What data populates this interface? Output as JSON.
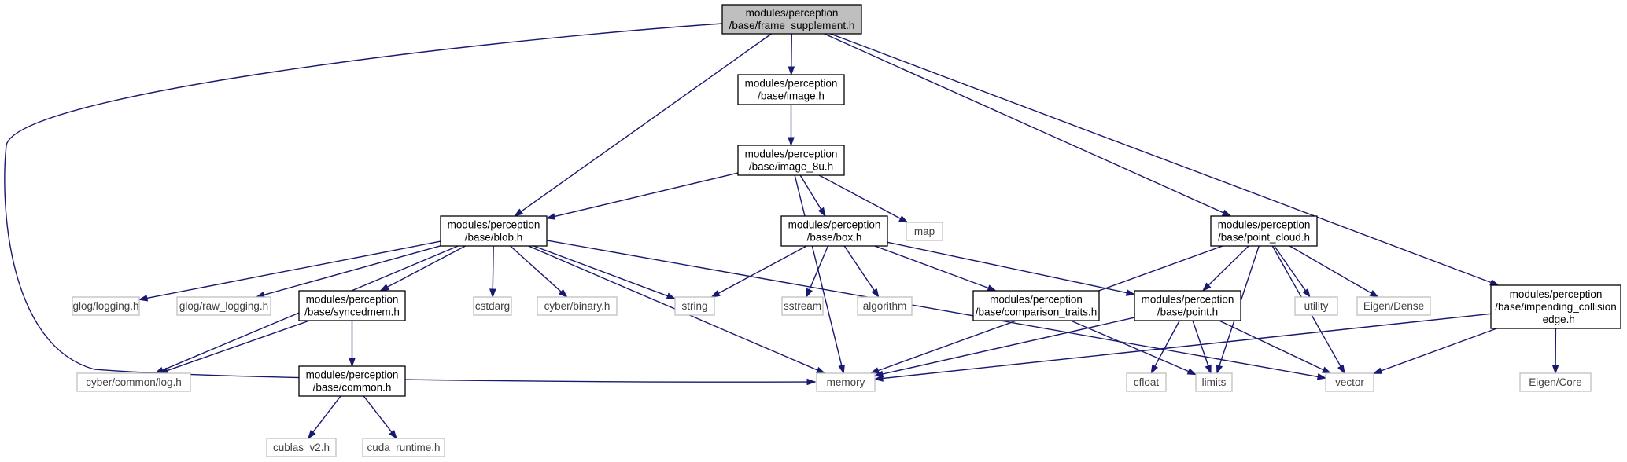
{
  "colors": {
    "edge": "#191970",
    "root_fill": "#bfbfbf",
    "node_fill": "#ffffff",
    "node_border": "#000000",
    "external_border": "#bfbfbf",
    "external_text": "#404040",
    "text": "#000000"
  },
  "nodes": [
    {
      "id": "frame_supplement",
      "lines": [
        "modules/perception",
        "/base/frame_supplement.h"
      ],
      "kind": "root"
    },
    {
      "id": "image",
      "lines": [
        "modules/perception",
        "/base/image.h"
      ],
      "kind": "internal"
    },
    {
      "id": "image_8u",
      "lines": [
        "modules/perception",
        "/base/image_8u.h"
      ],
      "kind": "internal"
    },
    {
      "id": "blob",
      "lines": [
        "modules/perception",
        "/base/blob.h"
      ],
      "kind": "internal"
    },
    {
      "id": "map",
      "lines": [
        "map"
      ],
      "kind": "external"
    },
    {
      "id": "box",
      "lines": [
        "modules/perception",
        "/base/box.h"
      ],
      "kind": "internal"
    },
    {
      "id": "point_cloud",
      "lines": [
        "modules/perception",
        "/base/point_cloud.h"
      ],
      "kind": "internal"
    },
    {
      "id": "glog_logging",
      "lines": [
        "glog/logging.h"
      ],
      "kind": "external"
    },
    {
      "id": "glog_raw_logging",
      "lines": [
        "glog/raw_logging.h"
      ],
      "kind": "external"
    },
    {
      "id": "syncedmem",
      "lines": [
        "modules/perception",
        "/base/syncedmem.h"
      ],
      "kind": "internal"
    },
    {
      "id": "cstdarg",
      "lines": [
        "cstdarg"
      ],
      "kind": "external"
    },
    {
      "id": "cyber_binary",
      "lines": [
        "cyber/binary.h"
      ],
      "kind": "external"
    },
    {
      "id": "string",
      "lines": [
        "string"
      ],
      "kind": "external"
    },
    {
      "id": "sstream",
      "lines": [
        "sstream"
      ],
      "kind": "external"
    },
    {
      "id": "algorithm",
      "lines": [
        "algorithm"
      ],
      "kind": "external"
    },
    {
      "id": "comparison_traits",
      "lines": [
        "modules/perception",
        "/base/comparison_traits.h"
      ],
      "kind": "internal"
    },
    {
      "id": "point",
      "lines": [
        "modules/perception",
        "/base/point.h"
      ],
      "kind": "internal"
    },
    {
      "id": "utility",
      "lines": [
        "utility"
      ],
      "kind": "external"
    },
    {
      "id": "eigen_dense",
      "lines": [
        "Eigen/Dense"
      ],
      "kind": "external"
    },
    {
      "id": "impending_collision_edge",
      "lines": [
        "modules/perception",
        "/base/impending_collision",
        "_edge.h"
      ],
      "kind": "internal"
    },
    {
      "id": "cyber_common_log",
      "lines": [
        "cyber/common/log.h"
      ],
      "kind": "external"
    },
    {
      "id": "memory",
      "lines": [
        "memory"
      ],
      "kind": "external"
    },
    {
      "id": "common",
      "lines": [
        "modules/perception",
        "/base/common.h"
      ],
      "kind": "internal"
    },
    {
      "id": "cfloat",
      "lines": [
        "cfloat"
      ],
      "kind": "external"
    },
    {
      "id": "limits",
      "lines": [
        "limits"
      ],
      "kind": "external"
    },
    {
      "id": "vector",
      "lines": [
        "vector"
      ],
      "kind": "external"
    },
    {
      "id": "eigen_core",
      "lines": [
        "Eigen/Core"
      ],
      "kind": "external"
    },
    {
      "id": "cublas_v2",
      "lines": [
        "cublas_v2.h"
      ],
      "kind": "external"
    },
    {
      "id": "cuda_runtime",
      "lines": [
        "cuda_runtime.h"
      ],
      "kind": "external"
    }
  ],
  "edges": [
    {
      "from": "frame_supplement",
      "to": "memory"
    },
    {
      "from": "frame_supplement",
      "to": "blob"
    },
    {
      "from": "frame_supplement",
      "to": "image"
    },
    {
      "from": "frame_supplement",
      "to": "point_cloud"
    },
    {
      "from": "frame_supplement",
      "to": "impending_collision_edge"
    },
    {
      "from": "image",
      "to": "image_8u"
    },
    {
      "from": "image_8u",
      "to": "blob"
    },
    {
      "from": "image_8u",
      "to": "memory"
    },
    {
      "from": "image_8u",
      "to": "box"
    },
    {
      "from": "image_8u",
      "to": "map"
    },
    {
      "from": "blob",
      "to": "cyber_common_log"
    },
    {
      "from": "blob",
      "to": "glog_logging"
    },
    {
      "from": "blob",
      "to": "glog_raw_logging"
    },
    {
      "from": "blob",
      "to": "syncedmem"
    },
    {
      "from": "blob",
      "to": "memory"
    },
    {
      "from": "blob",
      "to": "cstdarg"
    },
    {
      "from": "blob",
      "to": "cyber_binary"
    },
    {
      "from": "blob",
      "to": "string"
    },
    {
      "from": "blob",
      "to": "vector"
    },
    {
      "from": "box",
      "to": "string"
    },
    {
      "from": "box",
      "to": "sstream"
    },
    {
      "from": "box",
      "to": "algorithm"
    },
    {
      "from": "box",
      "to": "comparison_traits"
    },
    {
      "from": "box",
      "to": "point"
    },
    {
      "from": "point_cloud",
      "to": "memory"
    },
    {
      "from": "point_cloud",
      "to": "point"
    },
    {
      "from": "point_cloud",
      "to": "limits"
    },
    {
      "from": "point_cloud",
      "to": "utility"
    },
    {
      "from": "point_cloud",
      "to": "eigen_dense"
    },
    {
      "from": "point_cloud",
      "to": "vector"
    },
    {
      "from": "syncedmem",
      "to": "cyber_common_log"
    },
    {
      "from": "syncedmem",
      "to": "common"
    },
    {
      "from": "comparison_traits",
      "to": "limits"
    },
    {
      "from": "point",
      "to": "memory"
    },
    {
      "from": "point",
      "to": "cfloat"
    },
    {
      "from": "point",
      "to": "limits"
    },
    {
      "from": "point",
      "to": "vector"
    },
    {
      "from": "impending_collision_edge",
      "to": "memory"
    },
    {
      "from": "impending_collision_edge",
      "to": "vector"
    },
    {
      "from": "impending_collision_edge",
      "to": "eigen_core"
    },
    {
      "from": "common",
      "to": "cublas_v2"
    },
    {
      "from": "common",
      "to": "cuda_runtime"
    }
  ]
}
